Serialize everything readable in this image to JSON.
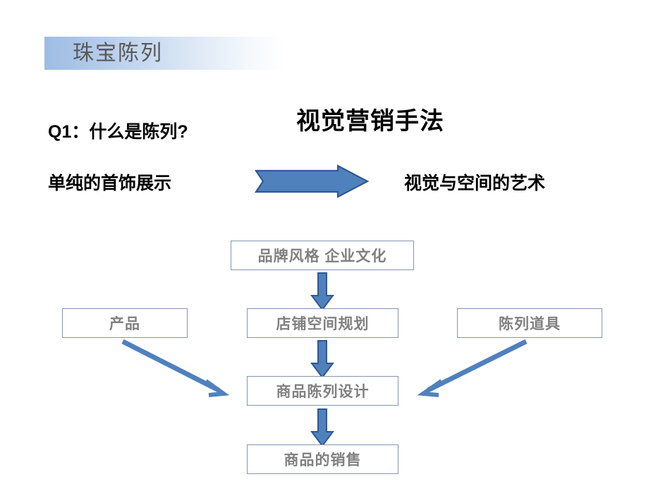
{
  "slide": {
    "header": {
      "title": "珠宝陈列",
      "band_gradient_from": "#9ebce4",
      "band_gradient_to": "#ffffff",
      "title_color": "#595959"
    },
    "question": {
      "label": "Q1：什么是陈列?"
    },
    "main_title": {
      "label": "视觉营销手法"
    },
    "transition": {
      "from_label": "单纯的首饰展示",
      "to_label": "视觉与空间的艺术",
      "arrow_icon": "right-block-arrow-icon",
      "arrow_fill": "#4f81bd",
      "arrow_stroke": "#31588f"
    },
    "flowchart": {
      "box_border_color": "#8496b0",
      "box_text_color": "#808080",
      "arrow_fill": "#4f81bd",
      "arrow_stroke": "#31588f",
      "boxes": [
        {
          "id": "brand",
          "label": "品牌风格 企业文化"
        },
        {
          "id": "product",
          "label": "产品"
        },
        {
          "id": "space",
          "label": "店铺空间规划"
        },
        {
          "id": "props",
          "label": "陈列道具"
        },
        {
          "id": "design",
          "label": "商品陈列设计"
        },
        {
          "id": "sales",
          "label": "商品的销售"
        }
      ],
      "connectors": [
        {
          "id": "brand-to-space",
          "icon": "down-block-arrow-icon",
          "from": "brand",
          "to": "space"
        },
        {
          "id": "space-to-design",
          "icon": "down-block-arrow-icon",
          "from": "space",
          "to": "design"
        },
        {
          "id": "design-to-sales",
          "icon": "down-block-arrow-icon",
          "from": "design",
          "to": "sales"
        },
        {
          "id": "product-to-design",
          "icon": "diagonal-right-arrow-icon",
          "from": "product",
          "to": "design"
        },
        {
          "id": "props-to-design",
          "icon": "diagonal-left-arrow-icon",
          "from": "props",
          "to": "design"
        }
      ]
    }
  }
}
